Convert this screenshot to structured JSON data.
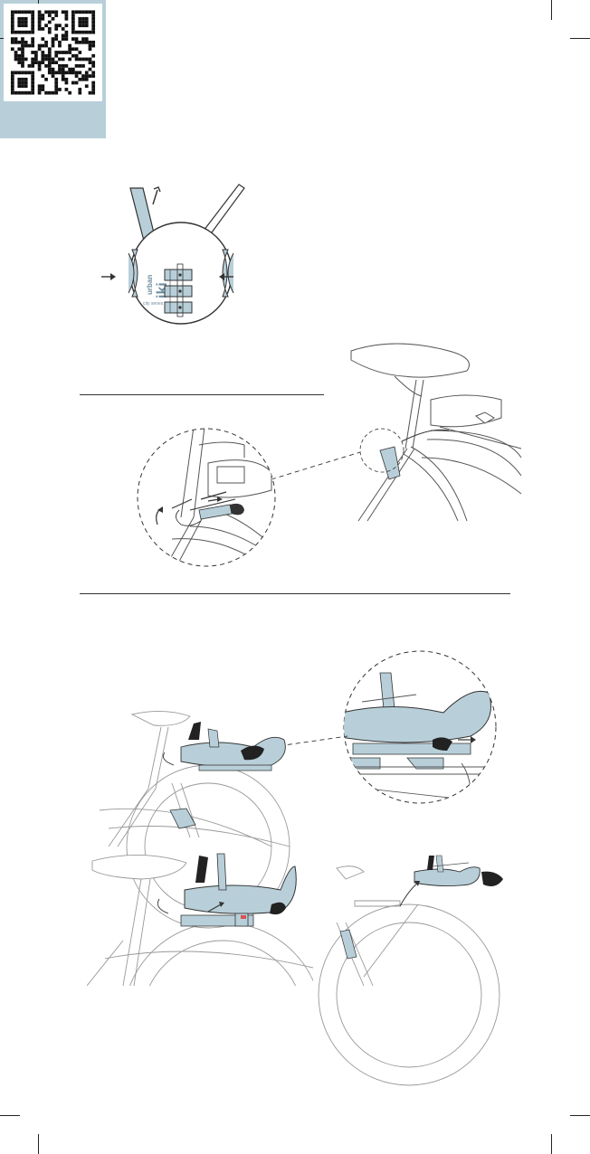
{
  "page": {
    "accent_color": "#b8cfd9",
    "line_color": "#333333"
  },
  "section_tab": {
    "label": ""
  },
  "qr": {
    "icon": "qr-code-icon",
    "caption": ""
  },
  "lock_dial": {
    "brand_top": "urban",
    "brand_main": "iki",
    "brand_sub": "city series",
    "icon": "combination-lock-icon"
  },
  "illustrations": {
    "top_bike_icon": "bike-rear-rack-icon",
    "detail_circle_1_icon": "belt-release-detail-icon",
    "bottom_bike_icon": "seat-mounting-icon",
    "detail_circle_2_icon": "seat-slide-detail-icon",
    "bottom_left_icon": "seat-lowering-icon",
    "bottom_right_icon": "seat-attach-icon"
  }
}
